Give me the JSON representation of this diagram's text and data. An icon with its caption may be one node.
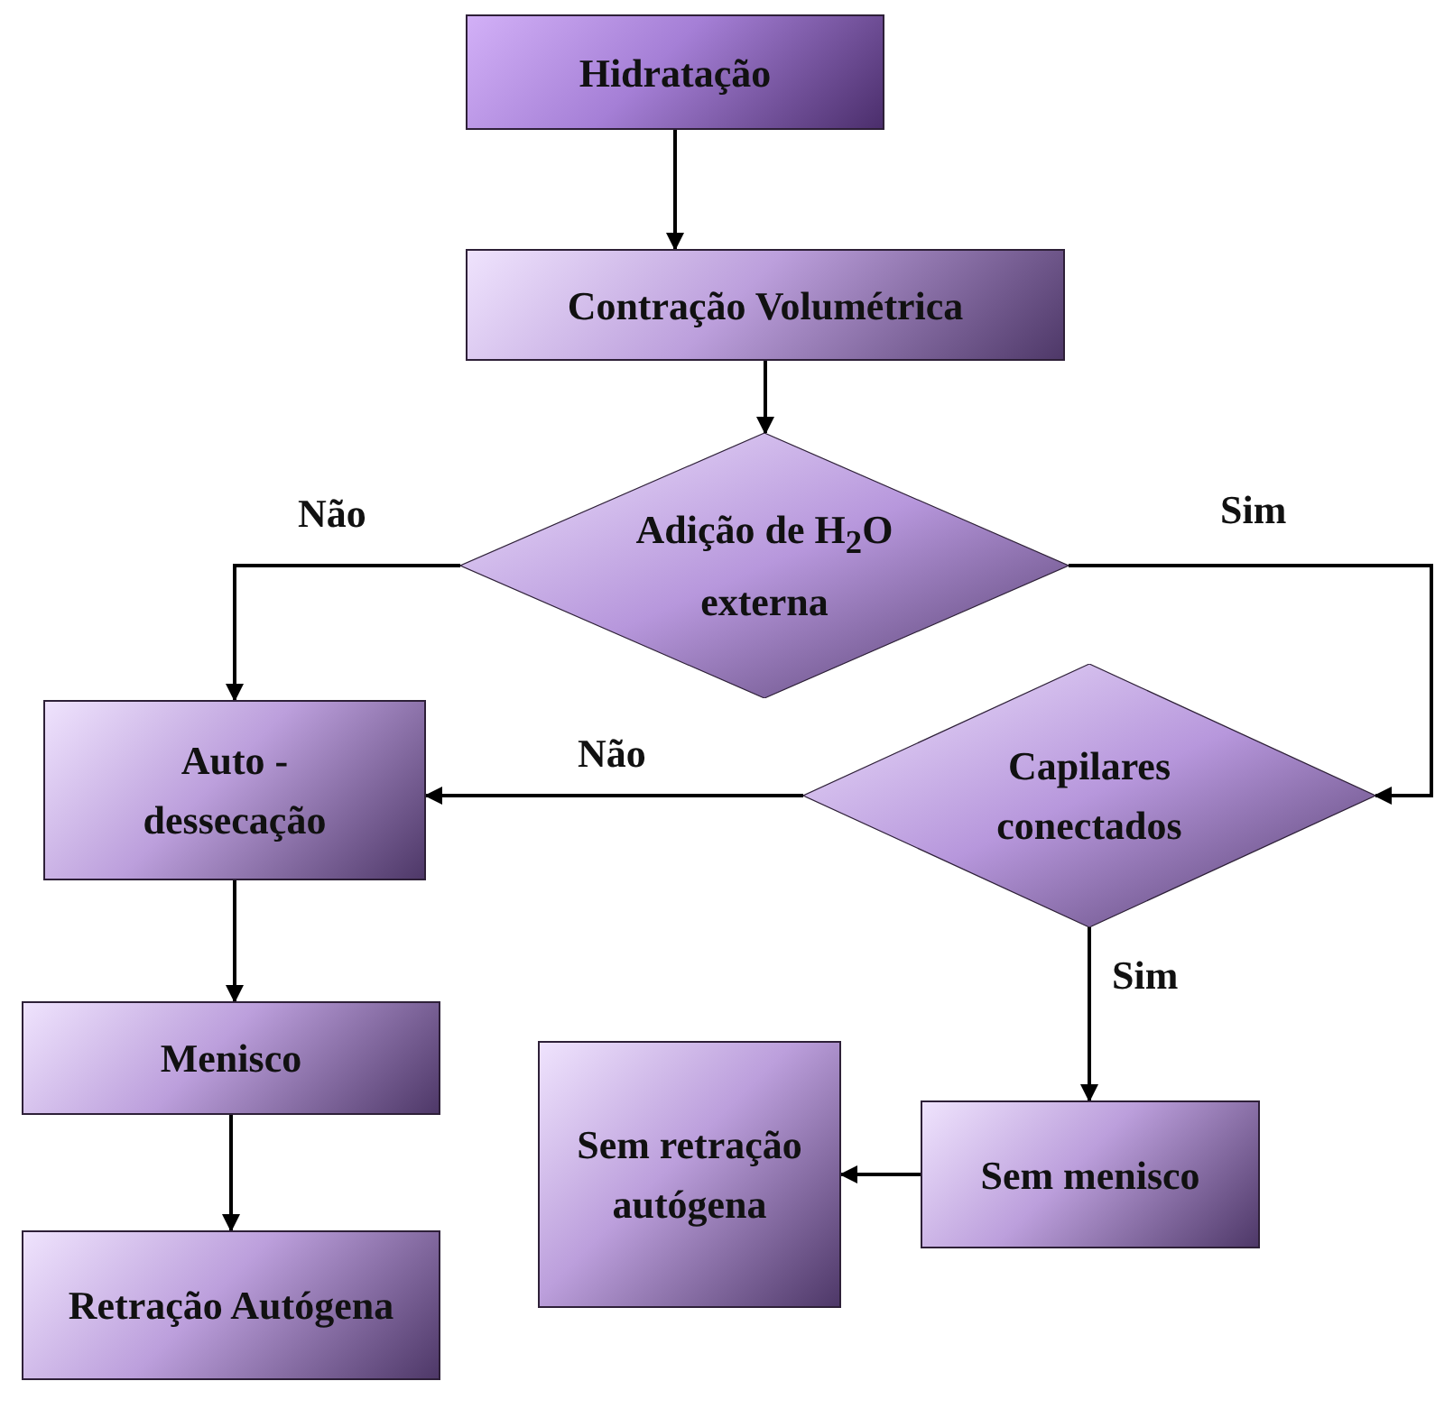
{
  "diagram": {
    "nodes": [
      {
        "text": [
          "Hidratação"
        ]
      },
      {
        "text": [
          "Contração Volumétrica"
        ]
      },
      {
        "text": [
          "Adição de H$_{2}$O externa"
        ]
      },
      {
        "text": [
          "Auto - dessecação"
        ]
      },
      {
        "text": [
          "Capilares conectados"
        ]
      },
      {
        "text": [
          "Menisco"
        ]
      },
      {
        "text": [
          "Retração Autógena"
        ]
      },
      {
        "text": [
          "Sem retração autógena"
        ]
      },
      {
        "text": [
          "Sem menisco"
        ]
      }
    ],
    "edges": [
      {
        "from": 0,
        "to": 1,
        "arrow": "to"
      },
      {
        "from": 1,
        "to": 2,
        "arrow": "to"
      },
      {
        "from": 2,
        "to": 3,
        "arrow": "to",
        "label": "Não"
      },
      {
        "from": 2,
        "to": 4,
        "arrow": "to",
        "label": "Sim"
      },
      {
        "from": 4,
        "to": 3,
        "arrow": "to",
        "label": "Não"
      },
      {
        "from": 4,
        "to": 8,
        "arrow": "to",
        "label": "Sim"
      },
      {
        "from": 3,
        "to": 5,
        "arrow": "to"
      },
      {
        "from": 5,
        "to": 6,
        "arrow": "to"
      },
      {
        "from": 8,
        "to": 7,
        "arrow": "to"
      }
    ]
  }
}
